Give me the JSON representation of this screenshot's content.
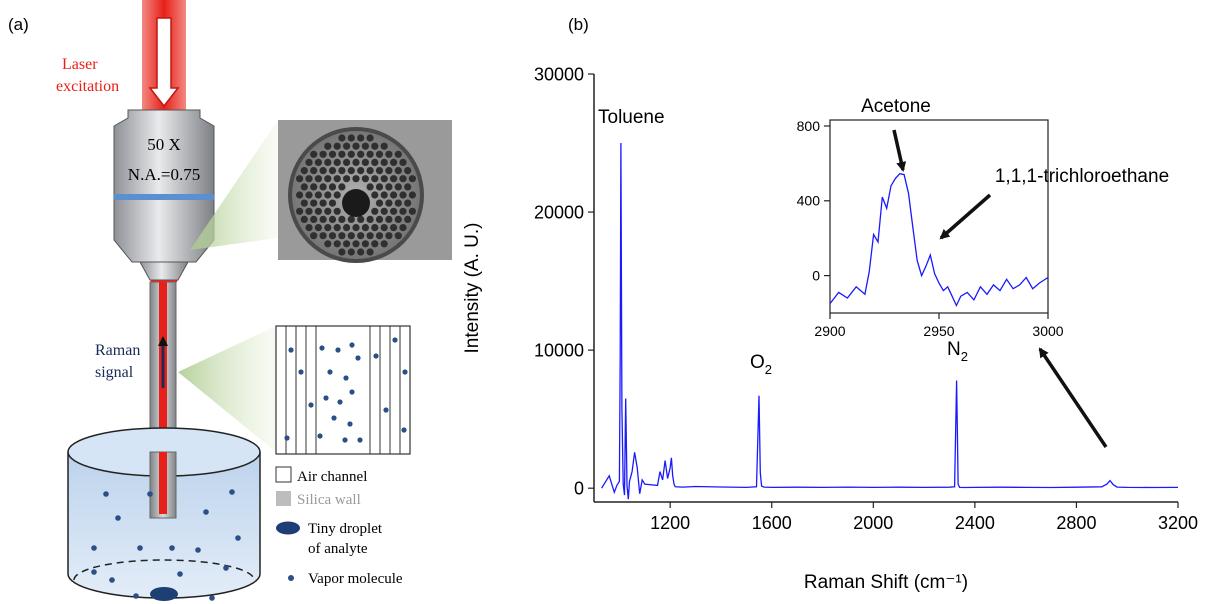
{
  "panel_a": {
    "label": "(a)",
    "laser_line1": "Laser",
    "laser_line2": "excitation",
    "objective_mag": "50 X",
    "objective_na": "N.A.=0.75",
    "raman_line1": "Raman",
    "raman_line2": "signal",
    "legend": {
      "air_channel": "Air channel",
      "silica_wall": "Silica wall",
      "droplet_line1": "Tiny droplet",
      "droplet_line2": "of analyte",
      "vapor": "Vapor molecule"
    },
    "colors": {
      "laser": "#e8201a",
      "objective": "#b9bcc0",
      "liquid": "#cfe0f2",
      "molecule": "#2b4f86"
    }
  },
  "panel_b": {
    "label": "(b)"
  },
  "chart_data": [
    {
      "type": "line",
      "xlabel": "Raman Shift (cm⁻¹)",
      "ylabel": "Intensity (A. U.)",
      "xlim": [
        900,
        3200
      ],
      "ylim": [
        -1000,
        30000
      ],
      "xticks": [
        "1200",
        "1600",
        "2000",
        "2400",
        "2800",
        "3200"
      ],
      "yticks": [
        "0",
        "10000",
        "20000",
        "30000"
      ],
      "color": "#1a1aff",
      "annotations": [
        "Toluene",
        "O2",
        "N2"
      ],
      "x": [
        930,
        960,
        980,
        990,
        1000,
        1003,
        1006,
        1010,
        1015,
        1020,
        1025,
        1030,
        1035,
        1040,
        1050,
        1060,
        1070,
        1080,
        1090,
        1100,
        1150,
        1160,
        1170,
        1180,
        1190,
        1200,
        1205,
        1210,
        1215,
        1220,
        1250,
        1300,
        1400,
        1500,
        1540,
        1550,
        1555,
        1560,
        1570,
        1600,
        1700,
        1800,
        1900,
        2000,
        2100,
        2200,
        2300,
        2320,
        2328,
        2331,
        2334,
        2340,
        2360,
        2400,
        2500,
        2600,
        2700,
        2800,
        2900,
        2920,
        2932,
        2945,
        2960,
        3000,
        3100,
        3200
      ],
      "values": [
        0,
        900,
        -300,
        200,
        500,
        9500,
        25000,
        5800,
        300,
        -500,
        6500,
        200,
        -800,
        500,
        1200,
        2600,
        1500,
        -400,
        600,
        300,
        200,
        1200,
        600,
        2000,
        700,
        1500,
        2200,
        900,
        300,
        100,
        80,
        120,
        90,
        60,
        100,
        6700,
        1100,
        150,
        80,
        60,
        70,
        60,
        80,
        60,
        70,
        60,
        70,
        100,
        7800,
        4500,
        300,
        60,
        50,
        60,
        70,
        60,
        50,
        70,
        100,
        300,
        550,
        250,
        80,
        60,
        50,
        60
      ]
    },
    {
      "type": "line",
      "xlim": [
        2900,
        3000
      ],
      "ylim": [
        -200,
        800
      ],
      "xticks": [
        "2900",
        "2950",
        "3000"
      ],
      "yticks": [
        "0",
        "400",
        "800"
      ],
      "color": "#1a1aff",
      "annotations": [
        "Acetone",
        "1,1,1-trichloroethane"
      ],
      "x": [
        2900,
        2904,
        2908,
        2912,
        2916,
        2918,
        2920,
        2922,
        2924,
        2926,
        2928,
        2930,
        2932,
        2934,
        2936,
        2938,
        2940,
        2942,
        2944,
        2946,
        2948,
        2950,
        2952,
        2954,
        2956,
        2958,
        2960,
        2963,
        2966,
        2969,
        2972,
        2975,
        2978,
        2981,
        2984,
        2987,
        2990,
        2993,
        2996,
        3000
      ],
      "values": [
        -150,
        -90,
        -120,
        -60,
        -100,
        20,
        220,
        180,
        420,
        360,
        480,
        520,
        545,
        540,
        440,
        260,
        80,
        0,
        50,
        110,
        10,
        -40,
        -80,
        -60,
        -110,
        -160,
        -110,
        -90,
        -130,
        -60,
        -100,
        -50,
        -80,
        -20,
        -70,
        -50,
        -10,
        -70,
        -40,
        -10
      ]
    }
  ]
}
